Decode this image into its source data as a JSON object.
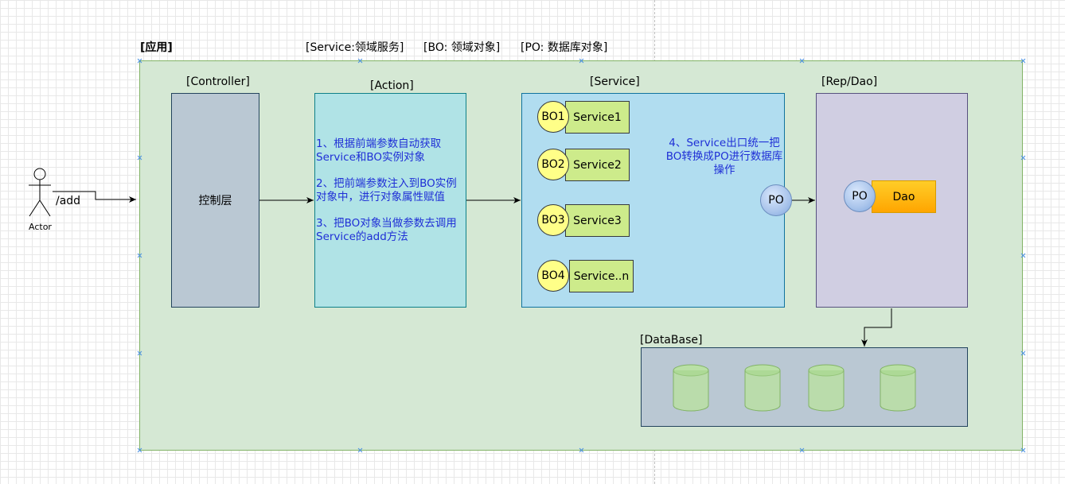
{
  "header": {
    "app_label": "[应用]",
    "legend_service": "[Service:领域服务]",
    "legend_bo": "[BO: 领域对象]",
    "legend_po": "[PO: 数据库对象]"
  },
  "actor": {
    "label": "Actor",
    "edge_label": "/add"
  },
  "controller": {
    "title": "[Controller]",
    "body": "控制层"
  },
  "action": {
    "title": "[Action]",
    "steps": [
      "1、根据前端参数自动获取Service和BO实例对象",
      "2、把前端参数注入到BO实例对象中，进行对象属性赋值",
      "3、把BO对象当做参数去调用Service的add方法"
    ]
  },
  "service": {
    "title": "[Service]",
    "rows": [
      {
        "bo": "BO1",
        "name": "Service1"
      },
      {
        "bo": "BO2",
        "name": "Service2"
      },
      {
        "bo": "BO3",
        "name": "Service3"
      },
      {
        "bo": "BO4",
        "name": "Service..n"
      }
    ],
    "note": "4、Service出口统一把BO转换成PO进行数据库操作",
    "output_po": "PO"
  },
  "rep": {
    "title": "[Rep/Dao]",
    "po": "PO",
    "dao": "Dao"
  },
  "database": {
    "title": "[DataBase]",
    "cylinder_count": 4
  },
  "colors": {
    "app_fill": "#d5e8d4",
    "controller_fill": "#bac8d3",
    "action_fill": "#b0e3e6",
    "service_fill": "#b1ddf0",
    "rep_fill": "#d0cee2",
    "service_item_fill": "#cdeb8b",
    "bo_fill": "#ffff88",
    "dao_fill": "#ffa500",
    "step_text": "#1f2fd6"
  }
}
